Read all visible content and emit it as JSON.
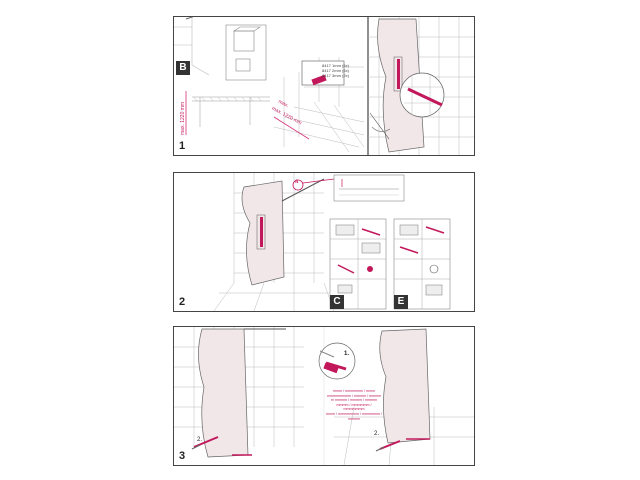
{
  "panels": [
    {
      "step": "1",
      "badge": "B",
      "height_label": "max. 1220 mm",
      "width_label_top": "max.",
      "width_label_bottom": "max. 1220 mm",
      "table_rows": [
        "8417 1mm (6x)",
        "8417 2mm (6x)",
        "8417 3mm (2x)"
      ]
    },
    {
      "step": "2",
      "callout": "a",
      "badge_left": "C",
      "badge_right": "E"
    },
    {
      "step": "3",
      "detail_step": "1.",
      "screw_step_left": "2.",
      "screw_step_right": "2.",
      "note_lines": [
        "mmm / mmmmmm / mmm",
        "mmmmmmmm / mmmm / mmmm",
        "m mmmm / mmmm / mmmm",
        "mmmm / mmmmmm / mmmmmmm",
        "mmm / mmmmmmm / mmmmmm / mmmm"
      ]
    }
  ]
}
